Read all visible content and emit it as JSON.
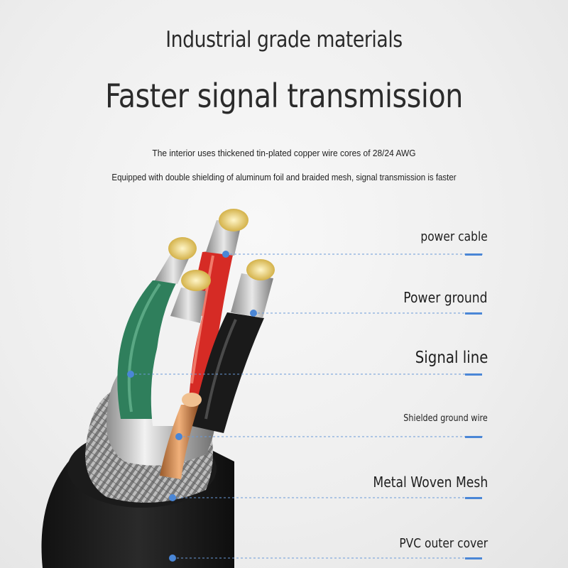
{
  "heading": {
    "line1": "Industrial grade materials",
    "line2": "Faster signal transmission"
  },
  "description": {
    "line1": "The interior uses thickened tin-plated copper wire cores of 28/24 AWG",
    "line2": "Equipped with double shielding of aluminum foil and braided mesh, signal transmission is faster"
  },
  "labels": [
    {
      "id": "power",
      "text": "power cable"
    },
    {
      "id": "pground",
      "text": "Power ground"
    },
    {
      "id": "signal",
      "text": "Signal line"
    },
    {
      "id": "shield",
      "text": "Shielded ground wire"
    },
    {
      "id": "mesh",
      "text": "Metal Woven Mesh"
    },
    {
      "id": "pvc",
      "text": "PVC outer cover"
    }
  ],
  "colors": {
    "accent": "#4a86d6",
    "wire_red": "#d62b25",
    "wire_green": "#2f7f5c",
    "wire_white": "#f2f2f2",
    "wire_black": "#1a1a1a",
    "jacket": "#222222"
  }
}
